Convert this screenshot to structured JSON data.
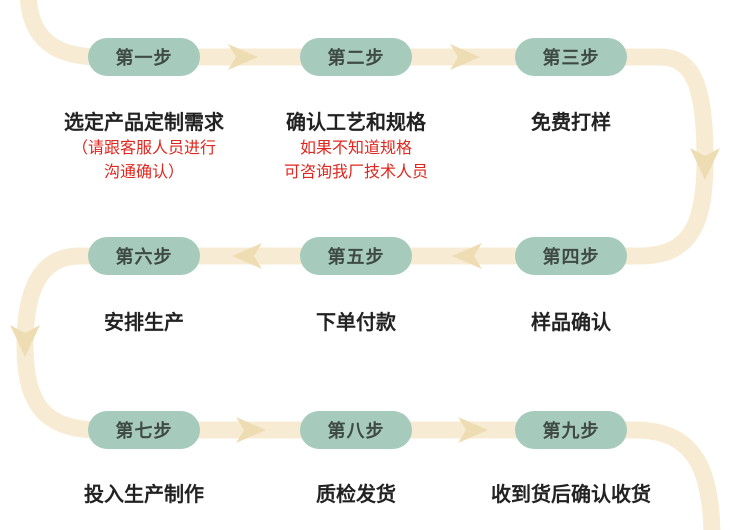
{
  "colors": {
    "path": "#f7ecd3",
    "arrow": "#eedcb3",
    "pill_bg": "#a6cbbd",
    "pill_text": "#3f4a45",
    "title_text": "#222222",
    "note_text": "#e0261e"
  },
  "steps": [
    {
      "badge": "第一步",
      "title": "选定产品定制需求",
      "note": [
        "（请跟客服人员进行",
        "沟通确认）"
      ]
    },
    {
      "badge": "第二步",
      "title": "确认工艺和规格",
      "note": [
        "如果不知道规格",
        "可咨询我厂技术人员"
      ]
    },
    {
      "badge": "第三步",
      "title": "免费打样",
      "note": []
    },
    {
      "badge": "第四步",
      "title": "样品确认",
      "note": []
    },
    {
      "badge": "第五步",
      "title": "下单付款",
      "note": []
    },
    {
      "badge": "第六步",
      "title": "安排生产",
      "note": []
    },
    {
      "badge": "第七步",
      "title": "投入生产制作",
      "note": []
    },
    {
      "badge": "第八步",
      "title": "质检发货",
      "note": []
    },
    {
      "badge": "第九步",
      "title": "收到货后确认收货",
      "note": []
    }
  ]
}
